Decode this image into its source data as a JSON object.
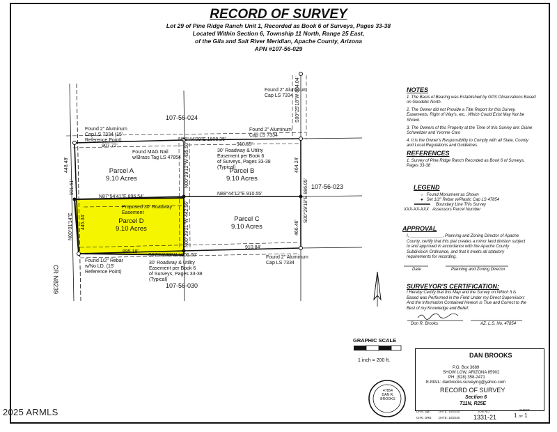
{
  "header": {
    "title": "RECORD OF SURVEY",
    "lines": [
      "Lot 29 of Pine Ridge Ranch Unit 1, Recorded as Book 6 of Surveys, Pages 33-38",
      "Located Within Section 6, Township 11 North, Range 25 East,",
      "of the Gila and Salt River Meridian, Apache County, Arizona",
      "APN #107-56-029"
    ]
  },
  "map": {
    "apns": {
      "north": "107-56-024",
      "east": "107-56-023",
      "south": "107-56-030"
    },
    "parcels": [
      {
        "name": "Parcel A",
        "acres": "9.10 Acres"
      },
      {
        "name": "Parcel B",
        "acres": "9.10 Acres"
      },
      {
        "name": "Parcel C",
        "acres": "9.10 Acres"
      },
      {
        "name": "Parcel D",
        "acres": "9.10 Acres"
      }
    ],
    "road": "CR N8239",
    "callouts": {
      "found_nw": [
        "Found 2\" Aluminum",
        "Cap LS 7334 (15'",
        "Reference Point)"
      ],
      "found_n_mid": [
        "Found 2\" Aluminum",
        "Cap LS 7334"
      ],
      "found_ne_top": [
        "Found 2\" Aluminum",
        "Cap LS 7334"
      ],
      "mag_nail": [
        "Found MAG Nail",
        "w/Brass Tag LS 47854"
      ],
      "roadway_top": [
        "30' Roadway & Utility",
        "Easement per Book 6",
        "of Surveys, Pages 33-38",
        "(Typical)"
      ],
      "proposed_road": [
        "Proposed 30' Roadway",
        "Easement"
      ],
      "rebar_sw": [
        "Found 1/2\" Rebar",
        "w/No LD. (15'",
        "Reference Point)"
      ],
      "roadway_bottom": [
        "30' Roadway & Utility",
        "Easement per Book 6",
        "of Surveys, Pages 33-38",
        "(Typical)"
      ],
      "found_se": [
        "Found 2\" Aluminum",
        "Cap LS 7334"
      ]
    },
    "bearings": {
      "n_top": "N88°44'09\"E",
      "n_top_dist": "1808.25'",
      "a_top": "907.72'",
      "b_top": "910.55'",
      "ab_divide": "N87°54'41\"E",
      "ab_divide_dist": "896.54'",
      "mid_east": "N88°44'12\"E",
      "mid_east_dist": "910.55'",
      "bot_left": "895.18'",
      "bot_bear": "S87°51'30\"W",
      "bot_dist": "1806.00'",
      "bot_right": "910.84'",
      "west_upper": "448.48'",
      "west_left": "901.61'",
      "west_bear": "N00°01'14\"E",
      "west_lower": "445.34'",
      "center_upper": "N00°29'12\"W",
      "center_upper_dist": "435.50'",
      "center_lower": "N00°29'21\"W",
      "center_lower_dist": "442.56'",
      "east_upper": "464.24'",
      "east_top": "S00°25'18\"W",
      "east_top_dist": "884.04'",
      "east_bear": "S00°29'19\"E",
      "east_total": "886.05'",
      "east_lower": "466.46'"
    },
    "graphic_scale": {
      "label": "GRAPHIC SCALE",
      "note": "1 inch = 200 ft."
    }
  },
  "notes": {
    "heading": "NOTES",
    "items": [
      "1.  The Basis of Bearing was Established by GPS Observations Based on Geodetic North.",
      "2.  The Owner did not Provide a Title Report for this Survey. Easements, Right of Way's, etc., Which Could Exist May Not be Shown.",
      "3.  The Owners of this Property at the Time of this Survey are: Diane Schweitzer and Yvonne Caro",
      "4.  It is the Owner's Responsibility to Comply with all State, County and Local Regulations and Guidelines."
    ],
    "references_heading": "REFERENCES",
    "references": [
      "1.  Survey of Pine Ridge Ranch Recorded as Book 6 of Surveys, Pages 33-38"
    ]
  },
  "legend": {
    "heading": "LEGEND",
    "items": [
      {
        "symbol": "○",
        "text": "Found Monument as Shown"
      },
      {
        "symbol": "●",
        "text": "Set 1/2\" Rebar w/Plastic Cap LS 47854"
      },
      {
        "symbol": "",
        "text": "Boundary Line This Survey"
      },
      {
        "symbol": "XXX-XX-XXX",
        "text": "Assessors Parcel Number"
      }
    ]
  },
  "approval": {
    "heading": "APPROVAL",
    "text": "I, ______________, Planning and Zoning Director of Apache County, certify that this plat creates a minor land division subject to and approved in accordance with the Apache County Subdivision Ordinance, and that it meets all statutory requirements for recording.",
    "date_label": "Date",
    "director_label": "Planning and Zoning Director"
  },
  "surveyor": {
    "heading": "SURVEYOR'S CERTIFICATION:",
    "text": "I Hereby Certify that this Map and the Survey on Which It is Based was Performed in the Field Under my Direct Supervision; And the Information Contained Hereon is True and Correct to the Best of my Knowledge and Belief.",
    "name": "Don R. Brooks",
    "license": "AZ. L.S. No. 47854"
  },
  "title_block": {
    "company": "DAN BROOKS",
    "address": [
      "P.O. Box 3689",
      "SHOW LOW, ARIZONA 85902",
      "PH. (928) 358-2471",
      "E-MAIL: danbrooks.surveying@yahoo.com"
    ],
    "doc_title": "RECORD OF SURVEY",
    "section": "Section 6",
    "township": "T11N, R25E",
    "drn": "DRN: sgb",
    "chk": "CHK: DRB",
    "date1": "DATE: 10/2025",
    "date2": "DATE: 10/2025",
    "job_label": "JOB NO.",
    "job_no": "1331-21",
    "sheet_label": "SHEET",
    "sheet": "1",
    "of": "OF",
    "sheet_total": "1",
    "seal": [
      "47854",
      "DAN R.",
      "BROOKS"
    ]
  },
  "watermark": "2025 ARMLS",
  "colors": {
    "parcel_d": "#f5f500",
    "line": "#111111"
  }
}
